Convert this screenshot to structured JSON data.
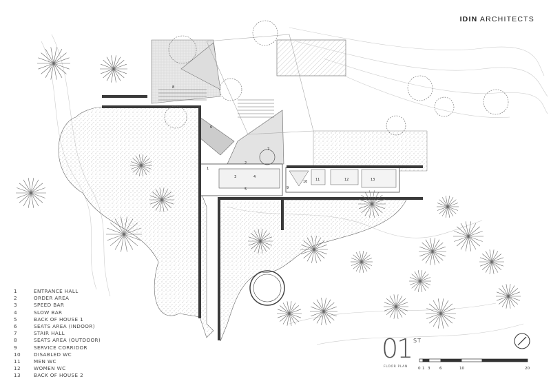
{
  "brand": {
    "bold": "IDIN",
    "rest": " ARCHITECTS"
  },
  "legend": [
    {
      "num": "1",
      "label": "ENTRANCE HALL"
    },
    {
      "num": "2",
      "label": "ORDER AREA"
    },
    {
      "num": "3",
      "label": "SPEED BAR"
    },
    {
      "num": "4",
      "label": "SLOW BAR"
    },
    {
      "num": "5",
      "label": "BACK OF HOUSE 1"
    },
    {
      "num": "6",
      "label": "SEATS AREA (INDOOR)"
    },
    {
      "num": "7",
      "label": "STAIR HALL"
    },
    {
      "num": "8",
      "label": "SEATS AREA (OUTDOOR)"
    },
    {
      "num": "9",
      "label": "SERVICE CORRIDOR"
    },
    {
      "num": "10",
      "label": "DISABLED WC"
    },
    {
      "num": "11",
      "label": "MEN WC"
    },
    {
      "num": "12",
      "label": "WOMEN WC"
    },
    {
      "num": "13",
      "label": "BACK OF HOUSE 2"
    }
  ],
  "title": {
    "floor": "01",
    "suffix": "ST",
    "caption": "FLOOR PLAN"
  },
  "scale": {
    "ticks": [
      "0",
      "1",
      "3",
      "6",
      "10",
      "20"
    ]
  },
  "room_tags": [
    "1",
    "2",
    "3",
    "4",
    "5",
    "6",
    "7",
    "8",
    "9",
    "10",
    "11",
    "12",
    "13"
  ],
  "colors": {
    "line": "#555555",
    "wall": "#3a3a3a",
    "paving": "#e6e6e6",
    "stipple": "#9a9a9a"
  },
  "icons": {
    "north": "north-arrow-icon"
  }
}
